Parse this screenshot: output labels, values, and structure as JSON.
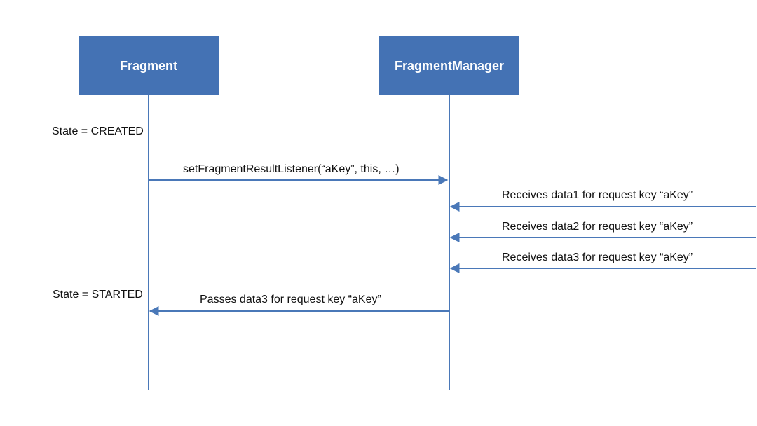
{
  "colors": {
    "box_fill": "#4472b4",
    "line": "#4a78b8",
    "text": "#111111",
    "box_text": "#ffffff"
  },
  "participants": {
    "fragment": "Fragment",
    "fragment_manager": "FragmentManager"
  },
  "states": {
    "created": "State = CREATED",
    "started": "State = STARTED"
  },
  "messages": {
    "set_listener": "setFragmentResultListener(“aKey”, this, …)",
    "receives_1": "Receives data1 for request key “aKey”",
    "receives_2": "Receives data2 for request key “aKey”",
    "receives_3": "Receives data3 for request key “aKey”",
    "passes_3": "Passes data3 for request key “aKey”"
  }
}
